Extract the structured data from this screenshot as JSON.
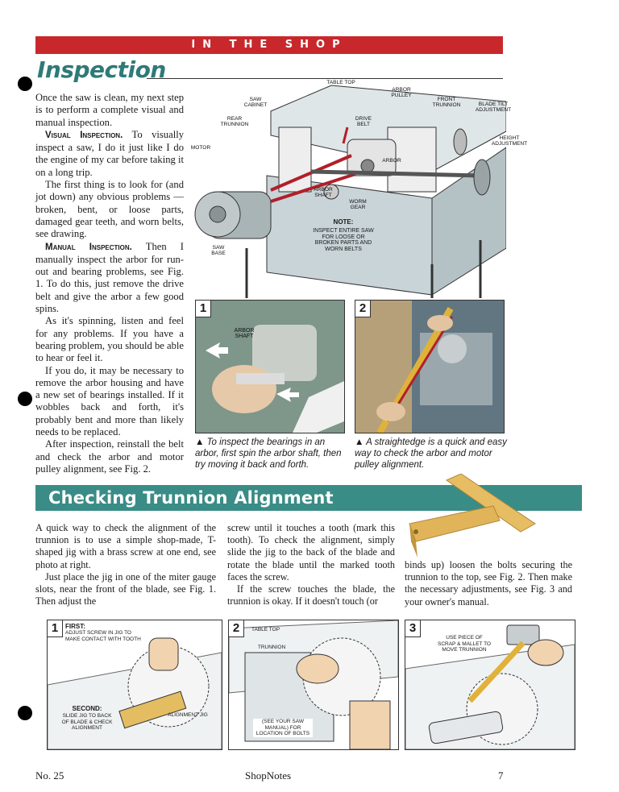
{
  "header": {
    "banner": "IN THE SHOP",
    "title": "Inspection"
  },
  "intro": {
    "p1": "Once the saw is clean, my next step is to perform a complete visual and manual inspection.",
    "visual_head": "Visual Inspection.",
    "p2": " To visually inspect a saw, I do it just like I do the engine of my car before taking it on a long trip.",
    "p3": "The first thing is to look for (and jot down) any obvious problems — broken, bent, or loose parts, damaged gear teeth, and worn belts, see drawing.",
    "manual_head": "Manual Inspection.",
    "p4": " Then I manually inspect the arbor for run-out and bearing problems, see Fig. 1. To do this, just remove the drive belt and give the arbor a few good spins.",
    "p5": "As it's spinning, listen and feel for any problems. If you have a bearing problem, you should be able to hear or feel it.",
    "p6": "If you do, it may be necessary to remove the arbor housing and have a new set of bearings installed. If it wobbles back and forth, it's probably bent and more than likely needs to be replaced.",
    "p7": "After inspection, reinstall the belt and check the arbor and motor pulley alignment, see Fig. 2."
  },
  "drawing": {
    "labels": {
      "table_top": "TABLE TOP",
      "arbor_pulley": "ARBOR PULLEY",
      "front_trunnion": "FRONT TRUNNION",
      "blade_tilt": "BLADE TILT ADJUSTMENT",
      "saw_cabinet": "SAW CABINET",
      "rear_trunnion": "REAR TRUNNION",
      "drive_belt": "DRIVE BELT",
      "height_adj": "HEIGHT ADJUSTMENT",
      "motor": "MOTOR",
      "arbor": "ARBOR",
      "arbor_shaft": "ARBOR SHAFT",
      "worm_gear": "WORM GEAR",
      "saw_base": "SAW BASE"
    },
    "note_head": "NOTE:",
    "note_text": "INSPECT ENTIRE SAW FOR LOOSE OR BROKEN PARTS AND WORN BELTS"
  },
  "figs_top": [
    {
      "num": "1",
      "label": "ARBOR SHAFT",
      "caption": "▲ To inspect the bearings in an arbor, first spin the arbor shaft, then try moving it back and forth."
    },
    {
      "num": "2",
      "caption": "▲ A straightedge is a quick and easy way to check the arbor and motor pulley alignment."
    }
  ],
  "section": {
    "title": "Checking Trunnion Alignment",
    "c1p1": "A quick way to check the alignment of the trunnion is to use a simple shop-made, T-shaped jig with a brass screw at one end, see photo at right.",
    "c1p2": "Just place the jig in one of the miter gauge slots, near the front of the blade, see Fig. 1. Then adjust the",
    "c2p1": "screw until it touches a tooth (mark this tooth). To check the alignment, simply slide the jig to the back of the blade and rotate the blade until the marked tooth faces the screw.",
    "c2p2": "If the screw touches the blade, the trunnion is okay. If it doesn't touch (or",
    "c3p1": "binds up) loosen the bolts securing the trunnion to the top, see Fig. 2. Then make the necessary adjustments, see Fig. 3 and your owner's manual."
  },
  "figs_bottom": [
    {
      "num": "1",
      "first_head": "FIRST:",
      "first_text": "ADJUST SCREW IN JIG TO MAKE CONTACT WITH TOOTH",
      "second_head": "SECOND:",
      "second_text": "SLIDE JIG TO BACK OF BLADE & CHECK ALIGNMENT",
      "jig": "ALIGNMENT JIG"
    },
    {
      "num": "2",
      "table_top": "TABLE TOP",
      "trunnion": "TRUNNION",
      "note": "(SEE YOUR SAW MANUAL) FOR LOCATION OF BOLTS"
    },
    {
      "num": "3",
      "text": "USE PIECE OF SCRAP & MALLET TO MOVE TRUNNION"
    }
  ],
  "footer": {
    "issue": "No. 25",
    "magazine": "ShopNotes",
    "page": "7"
  }
}
